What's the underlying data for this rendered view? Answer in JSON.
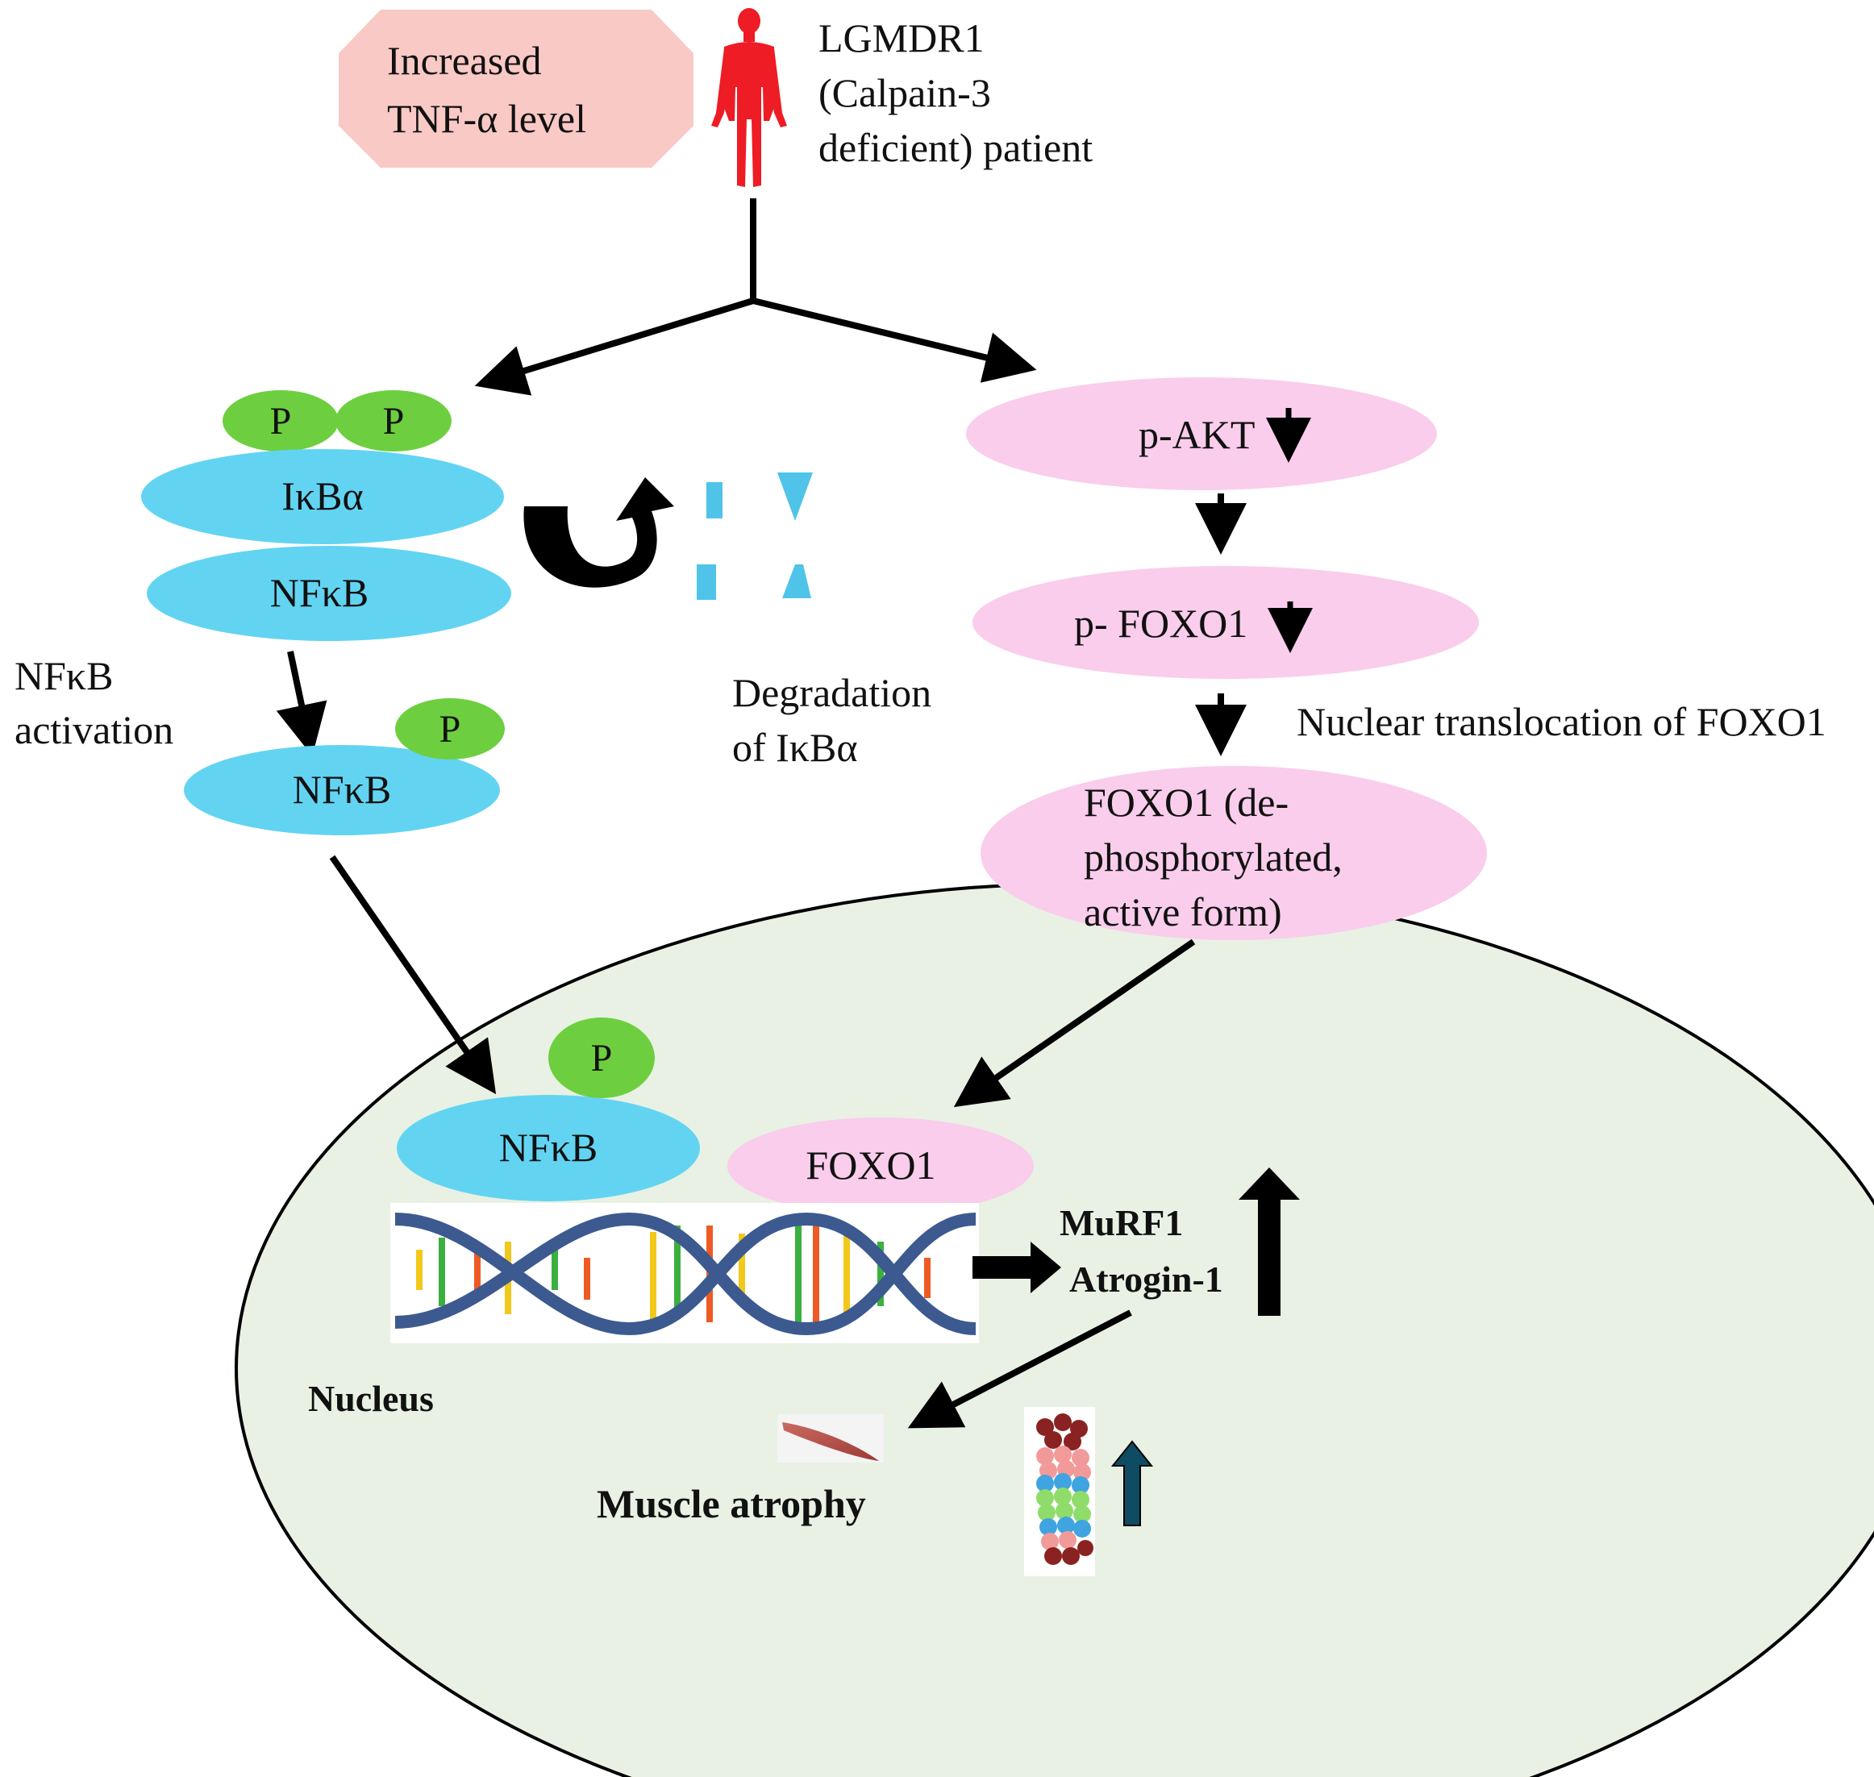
{
  "colors": {
    "tnf_box": "#f9c9c6",
    "patient": "#ee1c24",
    "phospho": "#6dcf3f",
    "nfkb": "#62d4f2",
    "ikba": "#62d4f2",
    "akt_path": "#f9cdeb",
    "nucleus": "#e8f1e3",
    "arrow": "#000000",
    "dna_backbone": "#3c5a8f",
    "proteasome_up_arrow": "#0f4c63"
  },
  "icons": {
    "patient": "human-figure-icon",
    "dna": "dna-helix-icon",
    "muscle": "muscle-fiber-icon",
    "proteasome": "proteasome-icon",
    "ikba_degradation": "degraded-protein-icon",
    "cycle": "curved-arrow-icon"
  },
  "top": {
    "tnf_box": {
      "line1": "Increased",
      "line2": "TNF-α level"
    },
    "patient": {
      "line1": "LGMDR1",
      "line2": "(Calpain-3",
      "line3": "deficient) patient"
    }
  },
  "left": {
    "phospho_label": "P",
    "ikba_label": "IκBα",
    "nfkb_label": "NFκB",
    "activation": {
      "line1": "NFκB",
      "line2": "activation"
    },
    "degradation": {
      "line1": "Degradation",
      "line2": "of IκBα"
    }
  },
  "right": {
    "pakt": "p-AKT",
    "pfoxo1": "p- FOXO1",
    "translocation": "Nuclear translocation of FOXO1",
    "active_foxo": {
      "line1": "FOXO1 (de-",
      "line2": "phosphorylated,",
      "line3": "active form)"
    }
  },
  "nucleus": {
    "nfkb": "NFκB",
    "phospho": "P",
    "foxo1": "FOXO1",
    "genes": {
      "line1": "MuRF1",
      "line2": "Atrogin-1"
    },
    "label": "Nucleus",
    "atrophy": "Muscle atrophy"
  }
}
